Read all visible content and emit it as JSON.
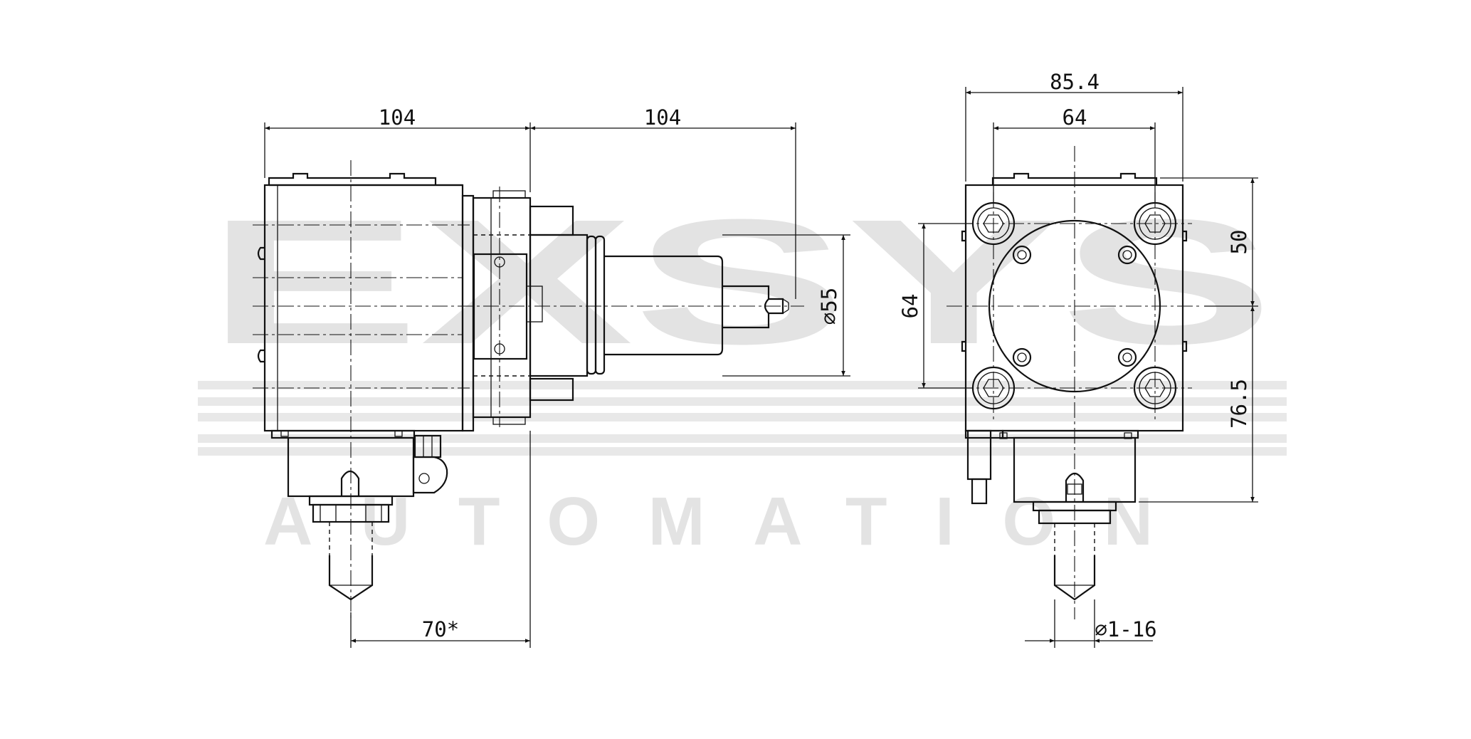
{
  "watermark": {
    "brand": "EXSYS",
    "subtitle": "AUTOMATION",
    "color": "#e3e3e3"
  },
  "side_view": {
    "dim_top_left": "104",
    "dim_top_right": "104",
    "dim_diameter": "⌀55",
    "dim_bottom": "70*"
  },
  "front_view": {
    "dim_width_outer": "85.4",
    "dim_width_inner": "64",
    "dim_height_left": "64",
    "dim_height_upper": "50",
    "dim_height_lower": "76.5",
    "dim_collet": "⌀1-16"
  },
  "colors": {
    "line": "#111111",
    "background": "#ffffff"
  }
}
